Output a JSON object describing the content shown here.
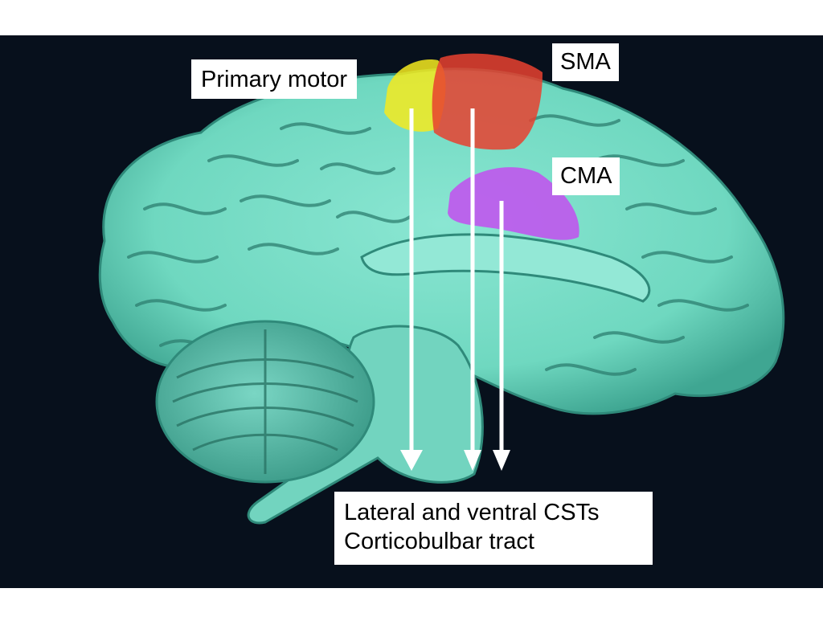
{
  "labels": {
    "primary_motor": "Primary motor",
    "sma": "SMA",
    "cma": "CMA",
    "tracts_line1": "Lateral and ventral CSTs",
    "tracts_line2": "Corticobulbar tract"
  },
  "regions": [
    {
      "name": "Primary motor",
      "color": "#f5ea1f"
    },
    {
      "name": "SMA",
      "color": "#e8412f"
    },
    {
      "name": "CMA",
      "color": "#c34df0"
    }
  ],
  "colors": {
    "background": "#07101c",
    "brain": "#6fd8c0",
    "arrow": "#ffffff"
  }
}
